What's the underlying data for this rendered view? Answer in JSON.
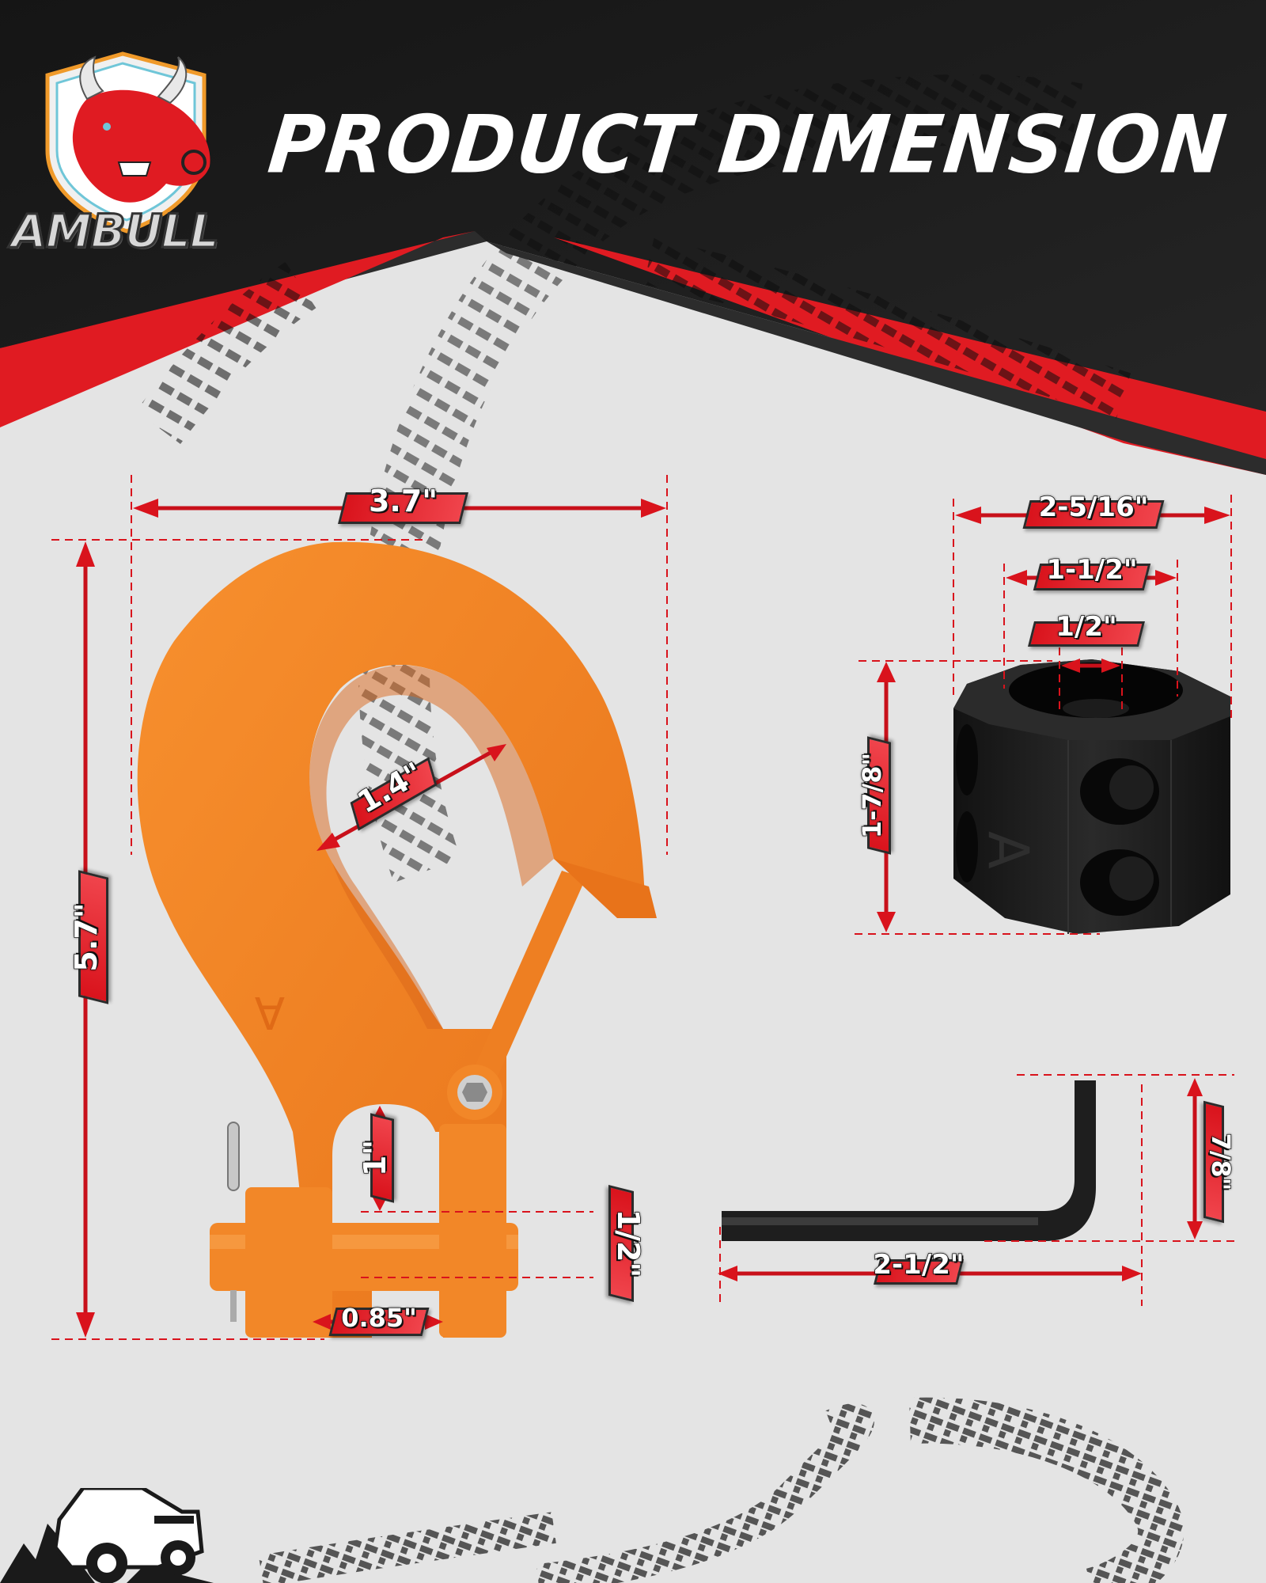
{
  "header": {
    "title": "PRODUCT DIMENSION",
    "brand": "AMBULL",
    "logo_icon": "bull-shield-logo-icon"
  },
  "colors": {
    "header_bg": "#1c1c1c",
    "accent_red": "#e01b22",
    "background": "#e4e4e4",
    "hook_orange": "#f5831f",
    "hardware_black": "#1a1a1a",
    "dimension_red": "#d9131c"
  },
  "products": {
    "hook": {
      "name": "clevis-slip-hook",
      "dimensions": {
        "width": "3.7\"",
        "height": "5.7\"",
        "throat": "1.4\"",
        "clevis_opening": "1\"",
        "pin_diameter": "1/2\"",
        "clevis_width": "0.85\""
      }
    },
    "stopper": {
      "name": "hawse-fairlead-cable-stopper",
      "dimensions": {
        "outer_width": "2-5/16\"",
        "inner_width": "1-1/2\"",
        "bore": "1/2\"",
        "height": "1-7/8\""
      }
    },
    "hex_key": {
      "name": "hex-key-wrench",
      "dimensions": {
        "long_arm": "2-1/2\"",
        "short_arm": "7/8\""
      }
    }
  },
  "footer": {
    "illustration": "offroad-truck-mountain-icon",
    "decor": "tire-tracks"
  }
}
